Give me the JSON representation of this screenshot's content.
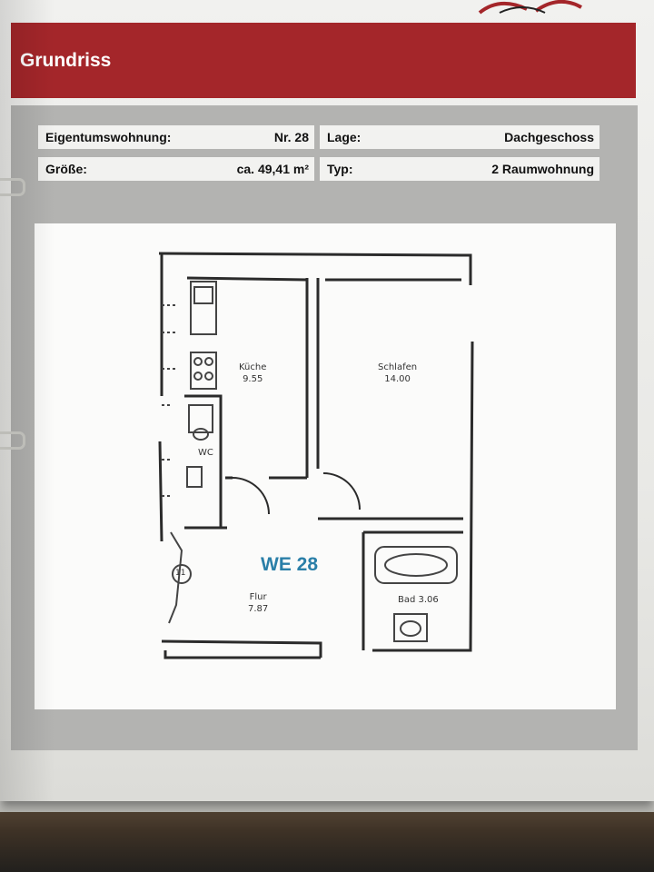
{
  "header": {
    "title": "Grundriss"
  },
  "info": {
    "type_label": "Eigentumswohnung:",
    "number": "Nr. 28",
    "location_label": "Lage:",
    "location_value": "Dachgeschoss",
    "size_label": "Größe:",
    "size_value": "ca. 49,41 m²",
    "kind_label": "Typ:",
    "kind_value": "2 Raumwohnung"
  },
  "plan": {
    "unit_label": "WE 28",
    "rooms": {
      "kitchen_name": "Küche",
      "kitchen_area": "9.55",
      "bedroom_name": "Schlafen",
      "bedroom_area": "14.00",
      "wc_name": "WC",
      "hall_name": "Flur",
      "hall_area": "7.87",
      "bath_label": "Bad 3.06",
      "stair_marker": "11"
    }
  },
  "colors": {
    "header_red": "#a4262a",
    "unit_blue": "#2a7fa8",
    "panel_gray": "#b3b3b1"
  }
}
